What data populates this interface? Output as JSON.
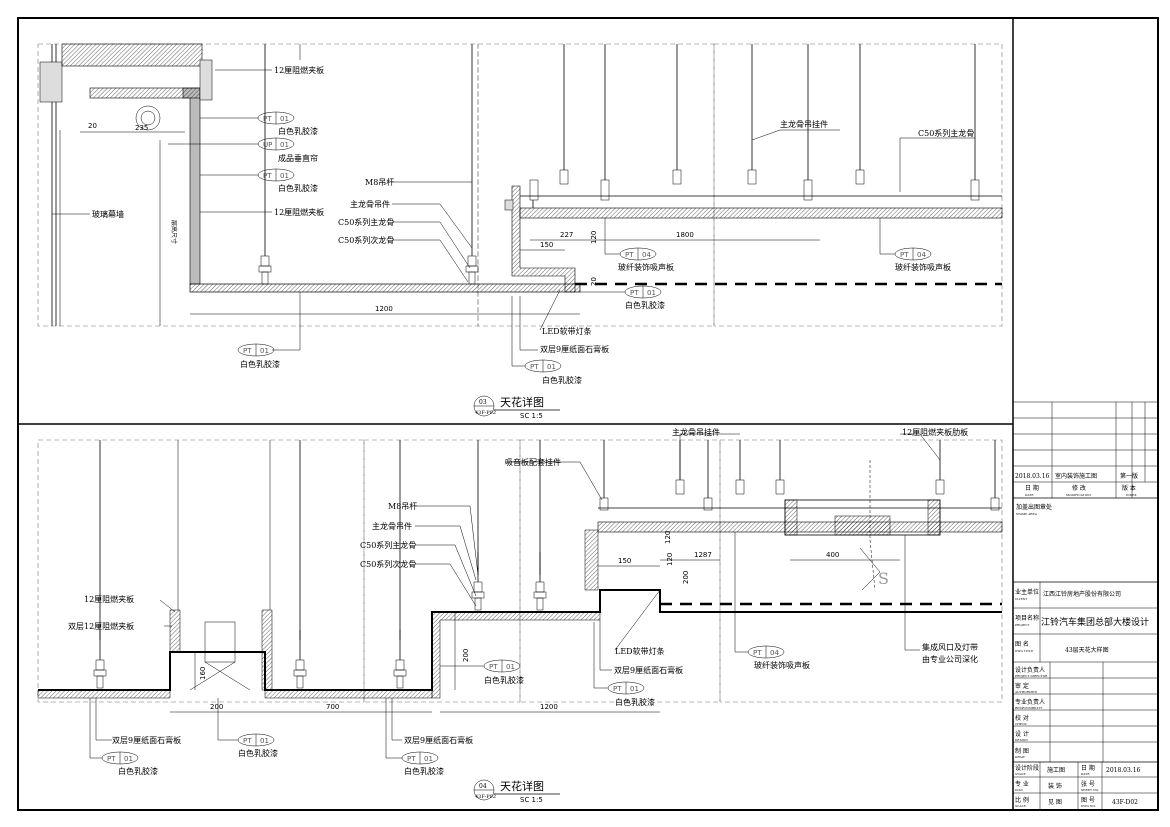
{
  "details": [
    {
      "number": "03",
      "sheet_ref": "43F-P02",
      "title": "天花详图",
      "scale": "SC 1:5",
      "labels": {
        "board12_top": "12厘阻燃夹板",
        "paint_a": "白色乳胶漆",
        "curtain": "成品垂直帘",
        "paint_b": "白色乳胶漆",
        "board12_mid": "12厘阻燃夹板",
        "glass": "玻璃幕墙",
        "m8": "M8吊杆",
        "hanger": "主龙骨吊件",
        "c50_main": "C50系列主龙骨",
        "c50_sub": "C50系列次龙骨",
        "hanger_r": "主龙骨吊挂件",
        "c50_main_r": "C50系列主龙骨",
        "fiber_l": "玻纤装饰吸声板",
        "fiber_r": "玻纤装饰吸声板",
        "paint_c": "白色乳胶漆",
        "led": "LED软带灯条",
        "gypsum": "双层9厘纸面石膏板",
        "paint_d": "白色乳胶漆",
        "paint_e": "白色乳胶漆",
        "ceiling_height": "层高尺寸"
      },
      "tags": {
        "pt": "PT",
        "up": "UP",
        "code01": "01",
        "code04": "04"
      },
      "dims": {
        "d20": "20",
        "d235": "235",
        "d150": "150",
        "d227": "227",
        "d1800": "1800",
        "d120": "120",
        "d1200": "1200",
        "d20b": "20"
      }
    },
    {
      "number": "04",
      "sheet_ref": "43F-P02",
      "title": "天花详图",
      "scale": "SC 1:5",
      "labels": {
        "hanger_top": "主龙骨吊挂件",
        "board12_rib": "12厘阻燃夹板肋板",
        "acoustic_hanger": "吸音板配套挂件",
        "m8": "M8吊杆",
        "hanger": "主龙骨吊件",
        "c50_main": "C50系列主龙骨",
        "c50_sub": "C50系列次龙骨",
        "board12": "12厘阻燃夹板",
        "double_board12": "双层12厘阻燃夹板",
        "led": "LED软带灯条",
        "gypsum_r": "双层9厘纸面石膏板",
        "paint_r": "白色乳胶漆",
        "fiber": "玻纤装饰吸声板",
        "vent": "集成风口及灯带",
        "vent2": "由专业公司深化",
        "paint_mid": "白色乳胶漆",
        "gypsum_l": "双层9厘纸面石膏板",
        "paint_l": "白色乳胶漆",
        "paint_l2": "白色乳胶漆",
        "gypsum_m": "双层9厘纸面石膏板",
        "paint_m": "白色乳胶漆"
      },
      "tags": {
        "pt": "PT",
        "code01": "01",
        "code04": "04"
      },
      "dims": {
        "d150": "150",
        "d1287": "1287",
        "d120": "120",
        "d200": "200",
        "d400": "400",
        "d200v": "200",
        "d160": "160",
        "d200h": "200",
        "d700": "700",
        "d1200": "1200",
        "d120b": "120"
      }
    }
  ],
  "title_block": {
    "rev_date": "2018.03.16",
    "rev_desc": "室内装饰施工图",
    "rev_ver": "第一版",
    "h_date": "日 期",
    "h_date_en": "DATE",
    "h_mod": "修 改",
    "h_mod_en": "MODIFICATION",
    "h_ver": "版 本",
    "h_ver_en": "INDEX",
    "stamp": "加盖出图章处",
    "stamp_en": "STAMP AREA",
    "client_label": "业主单位",
    "client_label_en": "CLIENT",
    "client": "江西江铃房地产股份有限公司",
    "project_label": "项目名称",
    "project_label_en": "PROJECT",
    "project": "江铃汽车集团总部大楼设计",
    "drawing_label": "图 名",
    "drawing_label_en": "DWG TITLE",
    "drawing": "43层天花大样图",
    "roles": [
      {
        "cn": "设计负责人",
        "en": "PROJECT DIRECTOR"
      },
      {
        "cn": "审 定",
        "en": "AUTHORIZED"
      },
      {
        "cn": "专业负责人",
        "en": "RESPONSIBILITY"
      },
      {
        "cn": "校 对",
        "en": "CHECK"
      },
      {
        "cn": "设 计",
        "en": "DESIGN"
      },
      {
        "cn": "制 图",
        "en": "DRAW"
      }
    ],
    "stage_label": "设计阶段",
    "stage_label_en": "STAGE",
    "stage": "施工图",
    "date_label": "日 期",
    "date_label_en": "DATE",
    "date": "2018.03.16",
    "major_label": "专 业",
    "major_label_en": "DISC",
    "major": "装 饰",
    "sheet_label": "张 号",
    "sheet_label_en": "SHEET NO.",
    "sheet_no": "43F-D02",
    "scale_label": "比 例",
    "scale_label_en": "SCALE",
    "scale": "见 图",
    "dwgno_label": "图 号",
    "dwgno_label_en": "DWG NO."
  }
}
